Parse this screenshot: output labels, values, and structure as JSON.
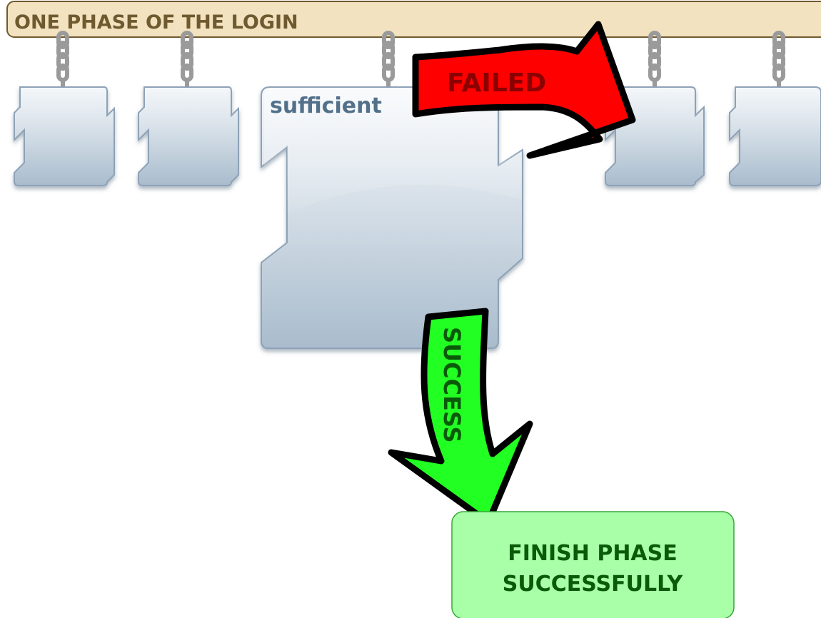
{
  "header": {
    "title": "ONE PHASE OF THE LOGIN"
  },
  "modules": [
    {
      "id": "module-1",
      "label": ""
    },
    {
      "id": "module-2",
      "label": ""
    },
    {
      "id": "module-3",
      "label": "sufficient"
    },
    {
      "id": "module-4",
      "label": ""
    },
    {
      "id": "module-5",
      "label": ""
    }
  ],
  "arrows": {
    "failed_label": "FAILED",
    "success_label": "SUCCESS"
  },
  "finish_box": {
    "line1": "FINISH PHASE",
    "line2": "SUCCESSFULLY"
  },
  "colors": {
    "header_bg": "#f2e2bf",
    "header_border": "#6f5a30",
    "failed_arrow": "#ff0000",
    "success_arrow": "#22ff22",
    "finish_bg": "#a8ffa8",
    "finish_border": "#3aa63a"
  }
}
